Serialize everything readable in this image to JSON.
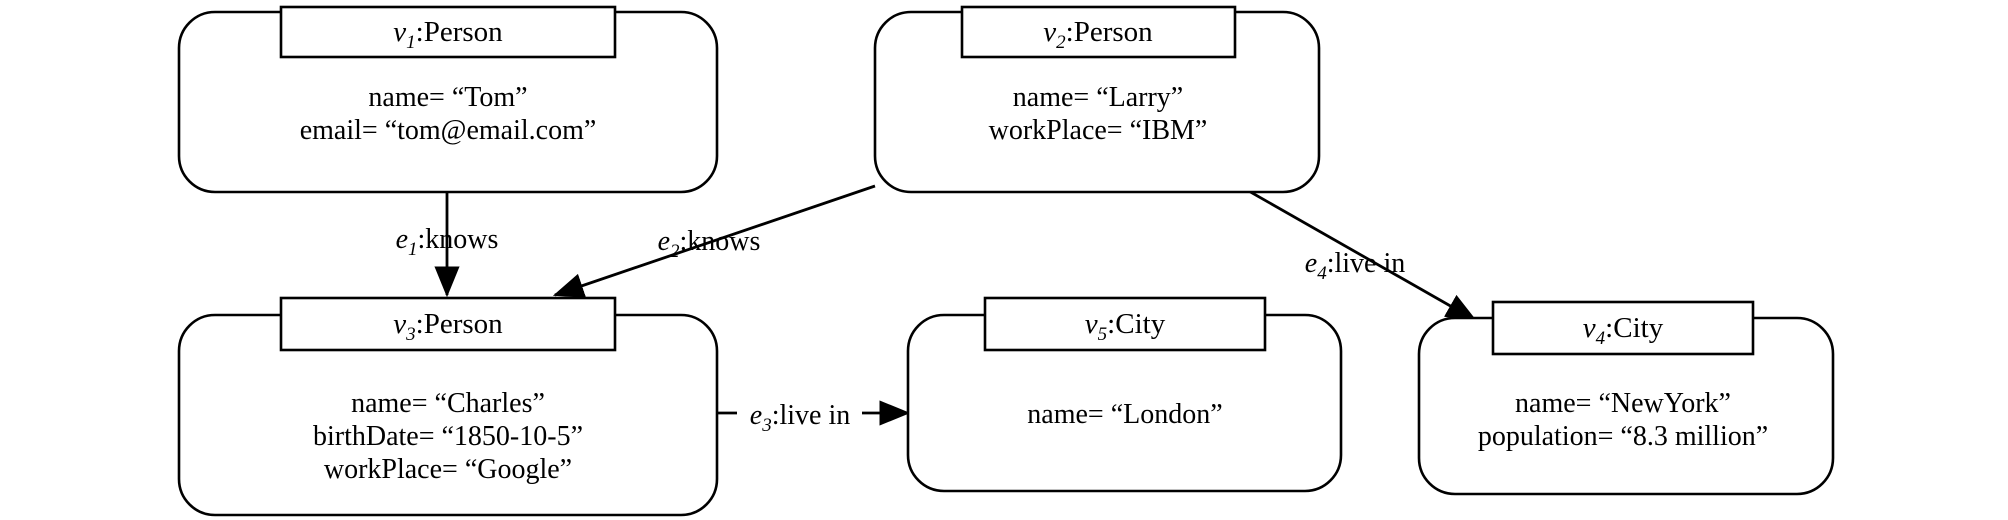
{
  "diagram": {
    "kind": "property-graph",
    "title": "Property graph with vertices and labeled edges",
    "background_color": "#ffffff",
    "line_color": "#000000",
    "text_color": "#000000"
  },
  "nodes": [
    {
      "id": "v1",
      "var": "v",
      "subscript": "1",
      "label": "Person",
      "header_text": "v1:Person",
      "attributes": [
        {
          "key": "name=",
          "value": "“Tom”",
          "text": "name= “Tom”"
        },
        {
          "key": "email=",
          "value": "“tom@email.com”",
          "text": "email= “tom@email.com”"
        }
      ]
    },
    {
      "id": "v2",
      "var": "v",
      "subscript": "2",
      "label": "Person",
      "header_text": "v2:Person",
      "attributes": [
        {
          "key": "name=",
          "value": "“Larry”",
          "text": "name= “Larry”"
        },
        {
          "key": "workPlace=",
          "value": "“IBM”",
          "text": "workPlace= “IBM”"
        }
      ]
    },
    {
      "id": "v3",
      "var": "v",
      "subscript": "3",
      "label": "Person",
      "header_text": "v3:Person",
      "attributes": [
        {
          "key": "name=",
          "value": "“Charles”",
          "text": "name= “Charles”"
        },
        {
          "key": "birthDate=",
          "value": "“1850-10-5”",
          "text": "birthDate= “1850-10-5”"
        },
        {
          "key": "workPlace=",
          "value": "“Google”",
          "text": "workPlace= “Google”"
        }
      ]
    },
    {
      "id": "v5",
      "var": "v",
      "subscript": "5",
      "label": "City",
      "header_text": "v5:City",
      "attributes": [
        {
          "key": "name=",
          "value": "“London”",
          "text": "name= “London”"
        }
      ]
    },
    {
      "id": "v4",
      "var": "v",
      "subscript": "4",
      "label": "City",
      "header_text": "v4:City",
      "attributes": [
        {
          "key": "name=",
          "value": "“NewYork”",
          "text": "name= “NewYork”"
        },
        {
          "key": "population=",
          "value": "“8.3 million”",
          "text": "population= “8.3 million”"
        }
      ]
    }
  ],
  "edges": [
    {
      "id": "e1",
      "var": "e",
      "subscript": "1",
      "label": "knows",
      "label_text": "e1:knows",
      "from": "v1",
      "to": "v3",
      "directed": true
    },
    {
      "id": "e2",
      "var": "e",
      "subscript": "2",
      "label": "knows",
      "label_text": "e2:knows",
      "from": "v2",
      "to": "v3",
      "directed": true
    },
    {
      "id": "e3",
      "var": "e",
      "subscript": "3",
      "label": "live in",
      "label_text": "e3:live in",
      "from": "v3",
      "to": "v5",
      "directed": true
    },
    {
      "id": "e4",
      "var": "e",
      "subscript": "4",
      "label": "live in",
      "label_text": "e4:live in",
      "from": "v2",
      "to": "v4",
      "directed": true
    }
  ]
}
